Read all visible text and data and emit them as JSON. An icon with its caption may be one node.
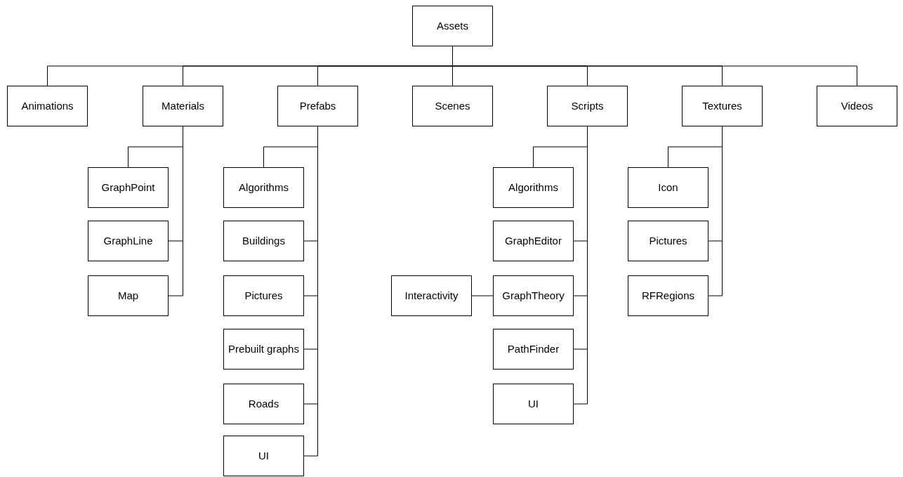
{
  "diagram": {
    "nodes": [
      {
        "text": [
          "Assets"
        ]
      },
      {
        "text": [
          "Animations"
        ]
      },
      {
        "text": [
          "Materials"
        ]
      },
      {
        "text": [
          "Prefabs"
        ]
      },
      {
        "text": [
          "Scenes"
        ]
      },
      {
        "text": [
          "Scripts"
        ]
      },
      {
        "text": [
          "Textures"
        ]
      },
      {
        "text": [
          "Videos"
        ]
      },
      {
        "text": [
          "GraphPoint"
        ]
      },
      {
        "text": [
          "GraphLine"
        ]
      },
      {
        "text": [
          "Map"
        ]
      },
      {
        "text": [
          "Algorithms"
        ]
      },
      {
        "text": [
          "Buildings"
        ]
      },
      {
        "text": [
          "Pictures"
        ]
      },
      {
        "text": [
          "Prebuilt graphs"
        ]
      },
      {
        "text": [
          "Roads"
        ]
      },
      {
        "text": [
          "UI"
        ]
      },
      {
        "text": [
          "Algorithms"
        ]
      },
      {
        "text": [
          "GraphEditor"
        ]
      },
      {
        "text": [
          "GraphTheory"
        ]
      },
      {
        "text": [
          "PathFinder"
        ]
      },
      {
        "text": [
          "UI"
        ]
      },
      {
        "text": [
          "Interactivity"
        ]
      },
      {
        "text": [
          "Icon"
        ]
      },
      {
        "text": [
          "Pictures"
        ]
      },
      {
        "text": [
          "RFRegions"
        ]
      }
    ],
    "edges": [
      {
        "from": 0,
        "to": 1,
        "arrow": "none"
      },
      {
        "from": 0,
        "to": 2,
        "arrow": "none"
      },
      {
        "from": 0,
        "to": 3,
        "arrow": "none"
      },
      {
        "from": 0,
        "to": 4,
        "arrow": "none"
      },
      {
        "from": 0,
        "to": 5,
        "arrow": "none"
      },
      {
        "from": 0,
        "to": 6,
        "arrow": "none"
      },
      {
        "from": 0,
        "to": 7,
        "arrow": "none"
      },
      {
        "from": 2,
        "to": 8,
        "arrow": "none"
      },
      {
        "from": 2,
        "to": 9,
        "arrow": "none"
      },
      {
        "from": 2,
        "to": 10,
        "arrow": "none"
      },
      {
        "from": 3,
        "to": 11,
        "arrow": "none"
      },
      {
        "from": 3,
        "to": 12,
        "arrow": "none"
      },
      {
        "from": 3,
        "to": 13,
        "arrow": "none"
      },
      {
        "from": 3,
        "to": 14,
        "arrow": "none"
      },
      {
        "from": 3,
        "to": 15,
        "arrow": "none"
      },
      {
        "from": 3,
        "to": 16,
        "arrow": "none"
      },
      {
        "from": 5,
        "to": 17,
        "arrow": "none"
      },
      {
        "from": 5,
        "to": 18,
        "arrow": "none"
      },
      {
        "from": 5,
        "to": 19,
        "arrow": "none"
      },
      {
        "from": 5,
        "to": 20,
        "arrow": "none"
      },
      {
        "from": 5,
        "to": 21,
        "arrow": "none"
      },
      {
        "from": 19,
        "to": 22,
        "arrow": "none"
      },
      {
        "from": 6,
        "to": 23,
        "arrow": "none"
      },
      {
        "from": 6,
        "to": 24,
        "arrow": "none"
      },
      {
        "from": 6,
        "to": 25,
        "arrow": "none"
      }
    ]
  }
}
